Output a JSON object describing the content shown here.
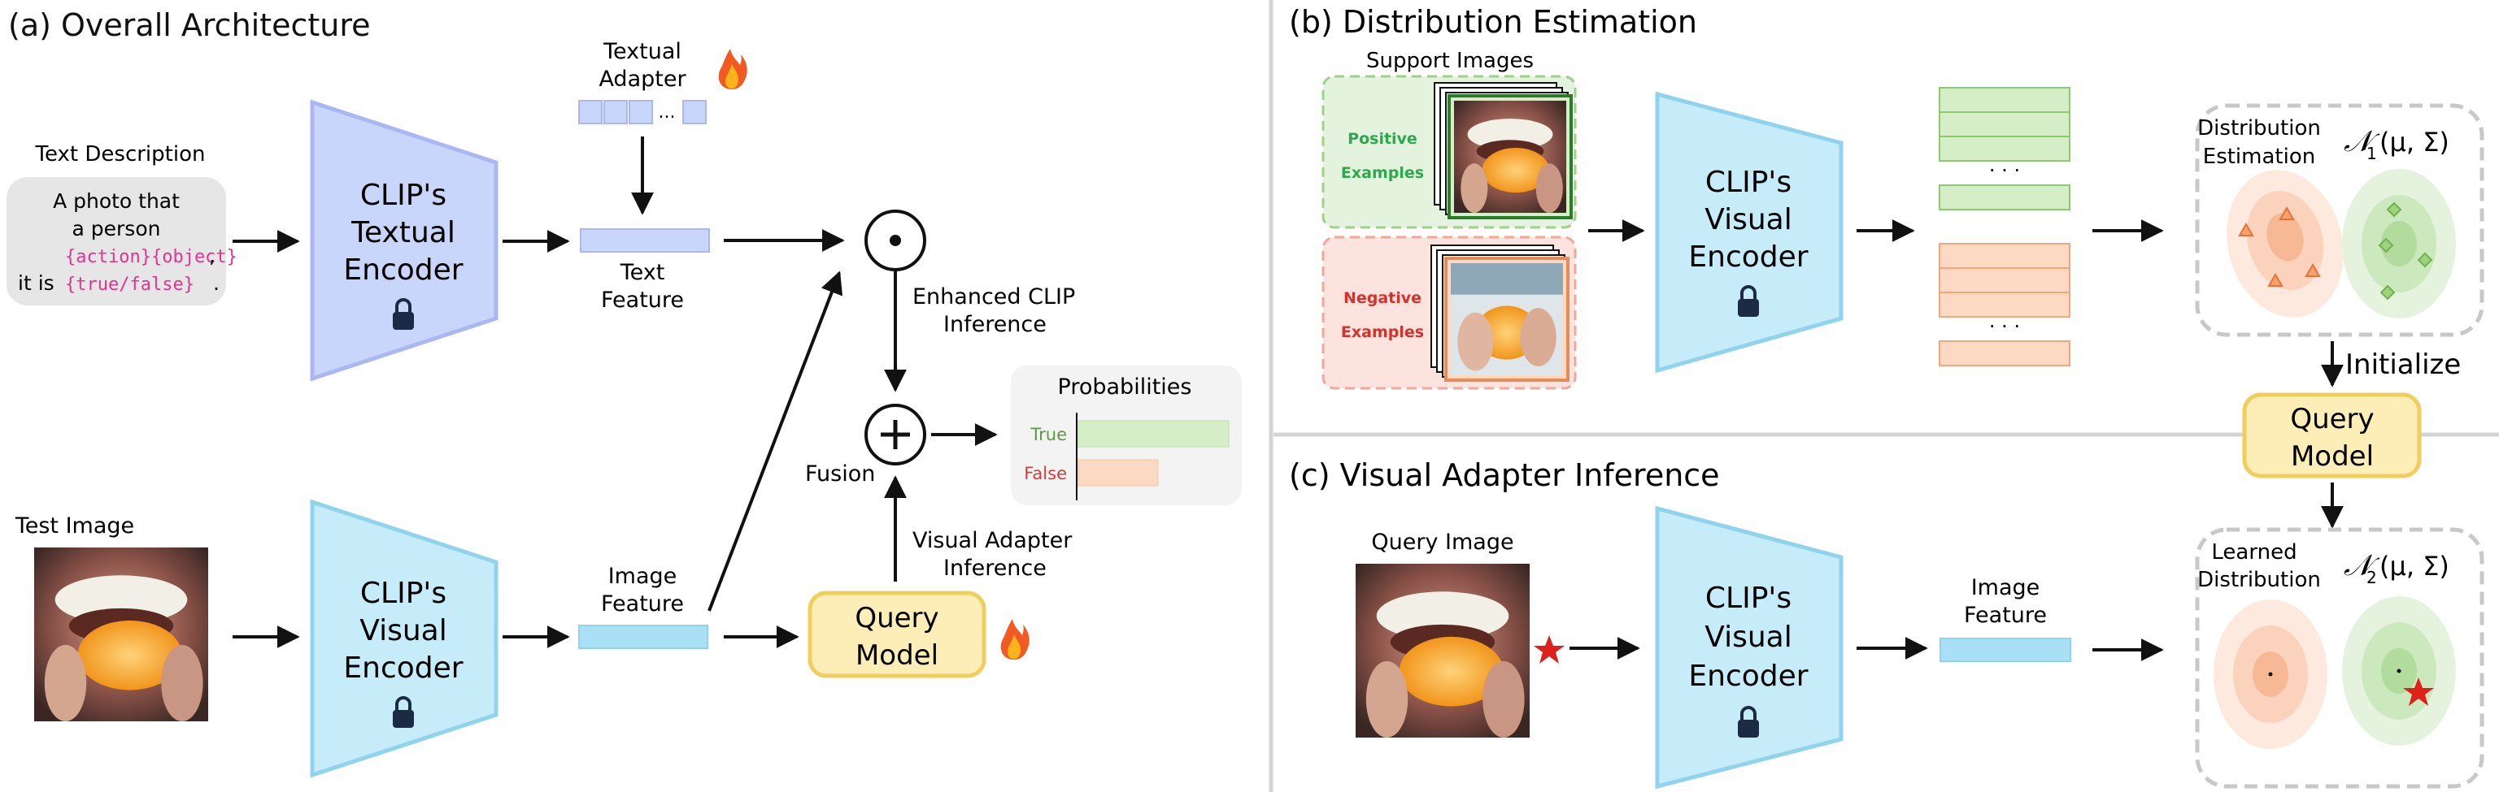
{
  "panel_a": {
    "title": "(a) Overall Architecture",
    "text_description_label": "Text Description",
    "text_description_line1": "A photo that",
    "text_description_line2": "a person",
    "text_description_template": "{action}{object}",
    "text_description_line4_prefix": "it is ",
    "text_description_truefalse": "{true/false}",
    "textual_encoder": [
      "CLIP's",
      "Textual",
      "Encoder"
    ],
    "textual_adapter": [
      "Textual",
      "Adapter"
    ],
    "text_feature": [
      "Text",
      "Feature"
    ],
    "test_image_label": "Test Image",
    "visual_encoder": [
      "CLIP's",
      "Visual",
      "Encoder"
    ],
    "image_feature": [
      "Image",
      "Feature"
    ],
    "query_model": [
      "Query",
      "Model"
    ],
    "enhanced_clip": [
      "Enhanced CLIP",
      "Inference"
    ],
    "visual_adapter": [
      "Visual Adapter",
      "Inference"
    ],
    "fusion": "Fusion",
    "probabilities_title": "Probabilities",
    "prob_true": "True",
    "prob_false": "False",
    "prob_values": {
      "true": 0.85,
      "false": 0.45
    },
    "ellipsis": "..."
  },
  "panel_b": {
    "title": "(b) Distribution Estimation",
    "support_images": "Support Images",
    "positive": [
      "Positive",
      "Examples"
    ],
    "negative": [
      "Negative",
      "Examples"
    ],
    "visual_encoder": [
      "CLIP's",
      "Visual",
      "Encoder"
    ],
    "dist_estimation": [
      "Distribution",
      "Estimation"
    ],
    "n1_symbol": "𝒩",
    "n1_sub": "1",
    "n1_args": "(μ, Σ)",
    "initialize": "Initialize",
    "query_model": [
      "Query",
      "Model"
    ],
    "dots": "· · ·"
  },
  "panel_c": {
    "title": "(c) Visual Adapter Inference",
    "query_image": "Query Image",
    "visual_encoder": [
      "CLIP's",
      "Visual",
      "Encoder"
    ],
    "image_feature": [
      "Image",
      "Feature"
    ],
    "learned_dist": [
      "Learned",
      "Distribution"
    ],
    "n2_symbol": "𝒩",
    "n2_sub": "2",
    "n2_args": "(μ, Σ)"
  },
  "colors": {
    "blue_trap": "#c9d6fb",
    "blue_trap_stroke": "#a9b8f5",
    "cyan_trap": "#c6ecfa",
    "cyan_trap_stroke": "#8fd3ef",
    "query_fill": "#fdeeb8",
    "query_stroke": "#f0ce5e",
    "green": "#d6eec8",
    "green_stroke": "#8ccb6c",
    "orange": "#fbd9c3",
    "orange_stroke": "#f2a67c",
    "pink_text": "#e0358f",
    "red_star": "#e0201a"
  },
  "icons": [
    "lock-icon",
    "fire-icon",
    "dot-product-icon",
    "plus-icon",
    "star-icon",
    "triangle-icon",
    "diamond-icon"
  ]
}
